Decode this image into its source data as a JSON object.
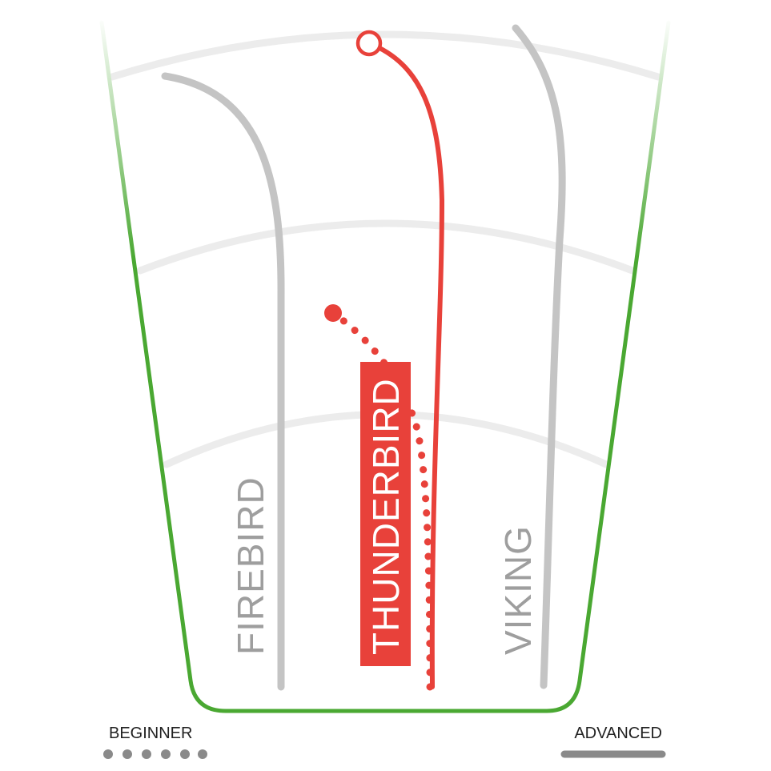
{
  "colors": {
    "fairway_edge_start": "#ffffff",
    "fairway_edge_end": "#4aa832",
    "distance_arc": "#ececec",
    "inactive_path": "#c4c4c4",
    "inactive_label": "#9e9e9e",
    "active": "#e8413a",
    "active_label_text": "#ffffff",
    "legend_text": "#222222",
    "legend_marker": "#8a8a8a"
  },
  "discs": [
    {
      "name": "FIREBIRD",
      "active": false
    },
    {
      "name": "THUNDERBIRD",
      "active": true
    },
    {
      "name": "VIKING",
      "active": false
    }
  ],
  "legend": {
    "beginner_label": "BEGINNER",
    "advanced_label": "ADVANCED",
    "beginner_marker": "dotted",
    "advanced_marker": "solid"
  }
}
